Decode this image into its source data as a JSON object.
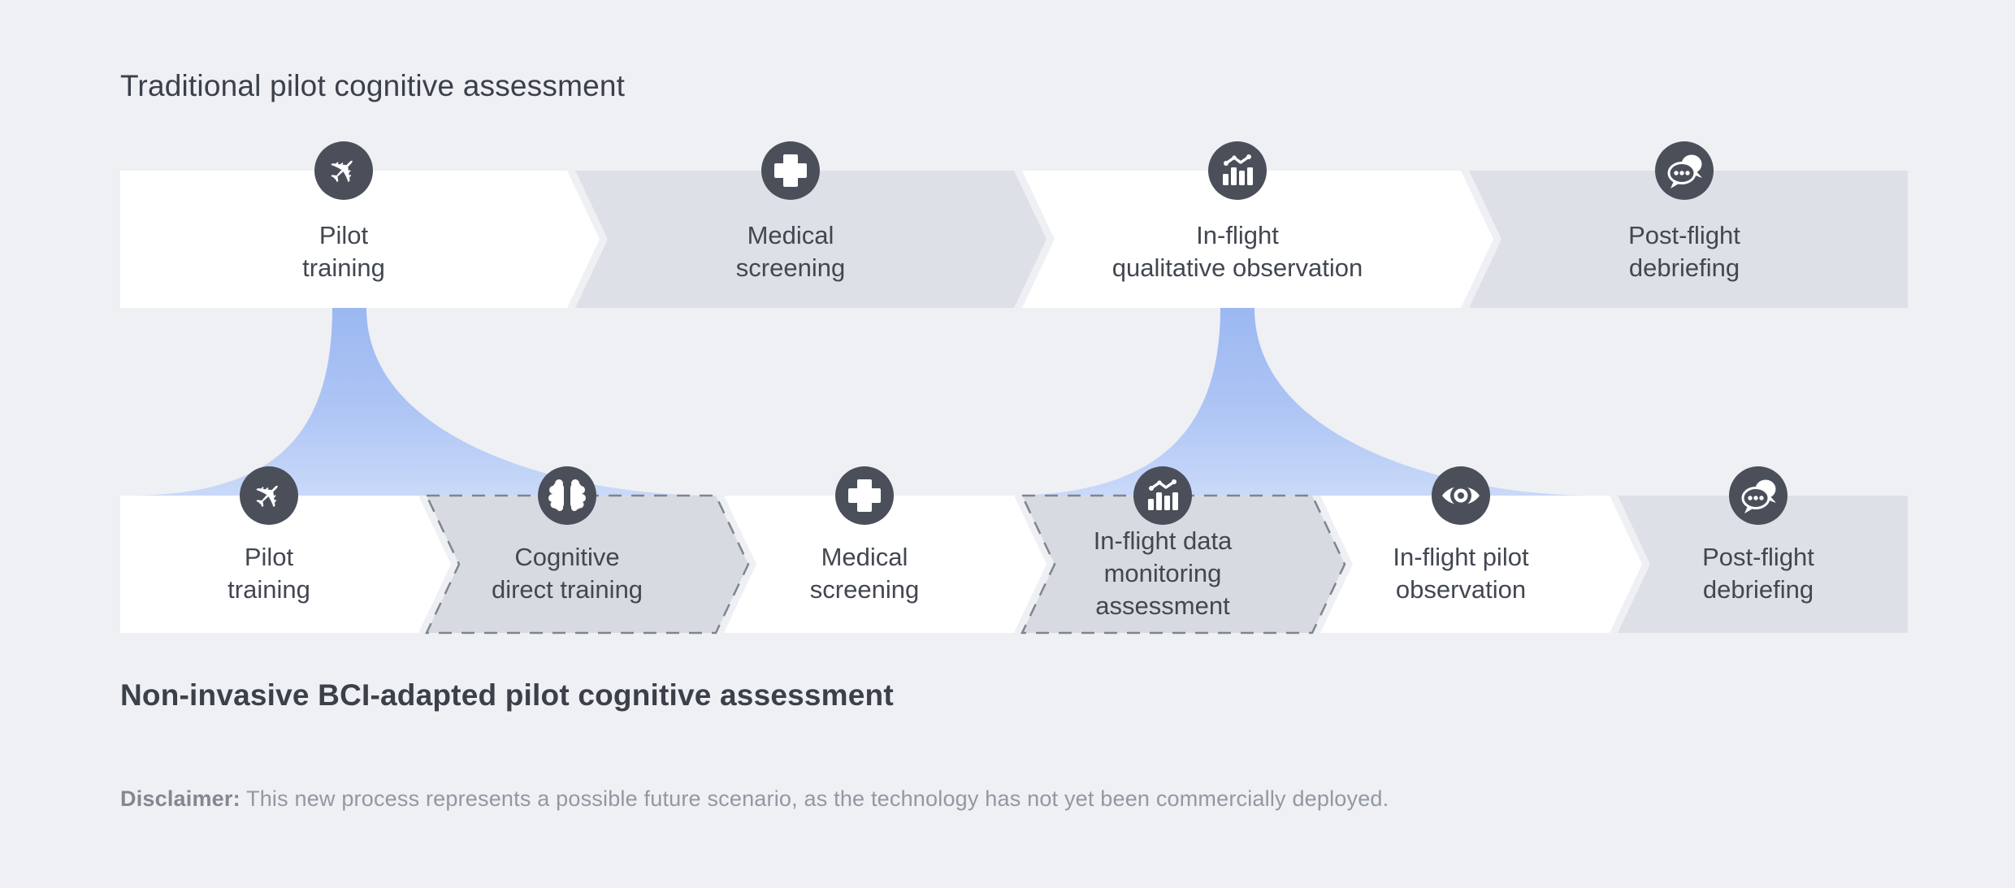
{
  "colors": {
    "background": "#eef0f4",
    "step_white": "#ffffff",
    "step_gray": "#dde0e6",
    "step_dashed_fill": "#d7dbe1",
    "dashed_border": "#7f858f",
    "icon_circle": "#4a4f5a",
    "icon_glyph": "#ffffff",
    "funnel_blue_top": "#9cb8f1",
    "funnel_blue_bottom": "#c9d9f8",
    "heading_text": "#3b4049",
    "step_text": "#424750",
    "disclaimer_text": "#9298a1"
  },
  "top_process": {
    "title": "Traditional pilot cognitive assessment",
    "steps": [
      {
        "label": "Pilot\ntraining",
        "icon": "airplane-icon",
        "style": "white"
      },
      {
        "label": "Medical\nscreening",
        "icon": "medical-cross-icon",
        "style": "gray"
      },
      {
        "label": "In-flight\nqualitative observation",
        "icon": "chart-trend-icon",
        "style": "white"
      },
      {
        "label": "Post-flight\ndebriefing",
        "icon": "chat-bubbles-icon",
        "style": "gray"
      }
    ]
  },
  "bottom_process": {
    "title": "Non-invasive BCI-adapted pilot cognitive assessment",
    "steps": [
      {
        "label": "Pilot\ntraining",
        "icon": "airplane-icon",
        "style": "white"
      },
      {
        "label": "Cognitive\ndirect training",
        "icon": "brain-icon",
        "style": "dashed"
      },
      {
        "label": "Medical\nscreening",
        "icon": "medical-cross-icon",
        "style": "white"
      },
      {
        "label": "In-flight data\nmonitoring\nassessment",
        "icon": "chart-trend-icon",
        "style": "dashed"
      },
      {
        "label": "In-flight pilot\nobservation",
        "icon": "eye-icon",
        "style": "white"
      },
      {
        "label": "Post-flight\ndebriefing",
        "icon": "chat-bubbles-icon",
        "style": "gray"
      }
    ]
  },
  "disclaimer": {
    "label": "Disclaimer:",
    "text": " This new process represents a possible future scenario, as the technology has not yet been commercially deployed."
  }
}
